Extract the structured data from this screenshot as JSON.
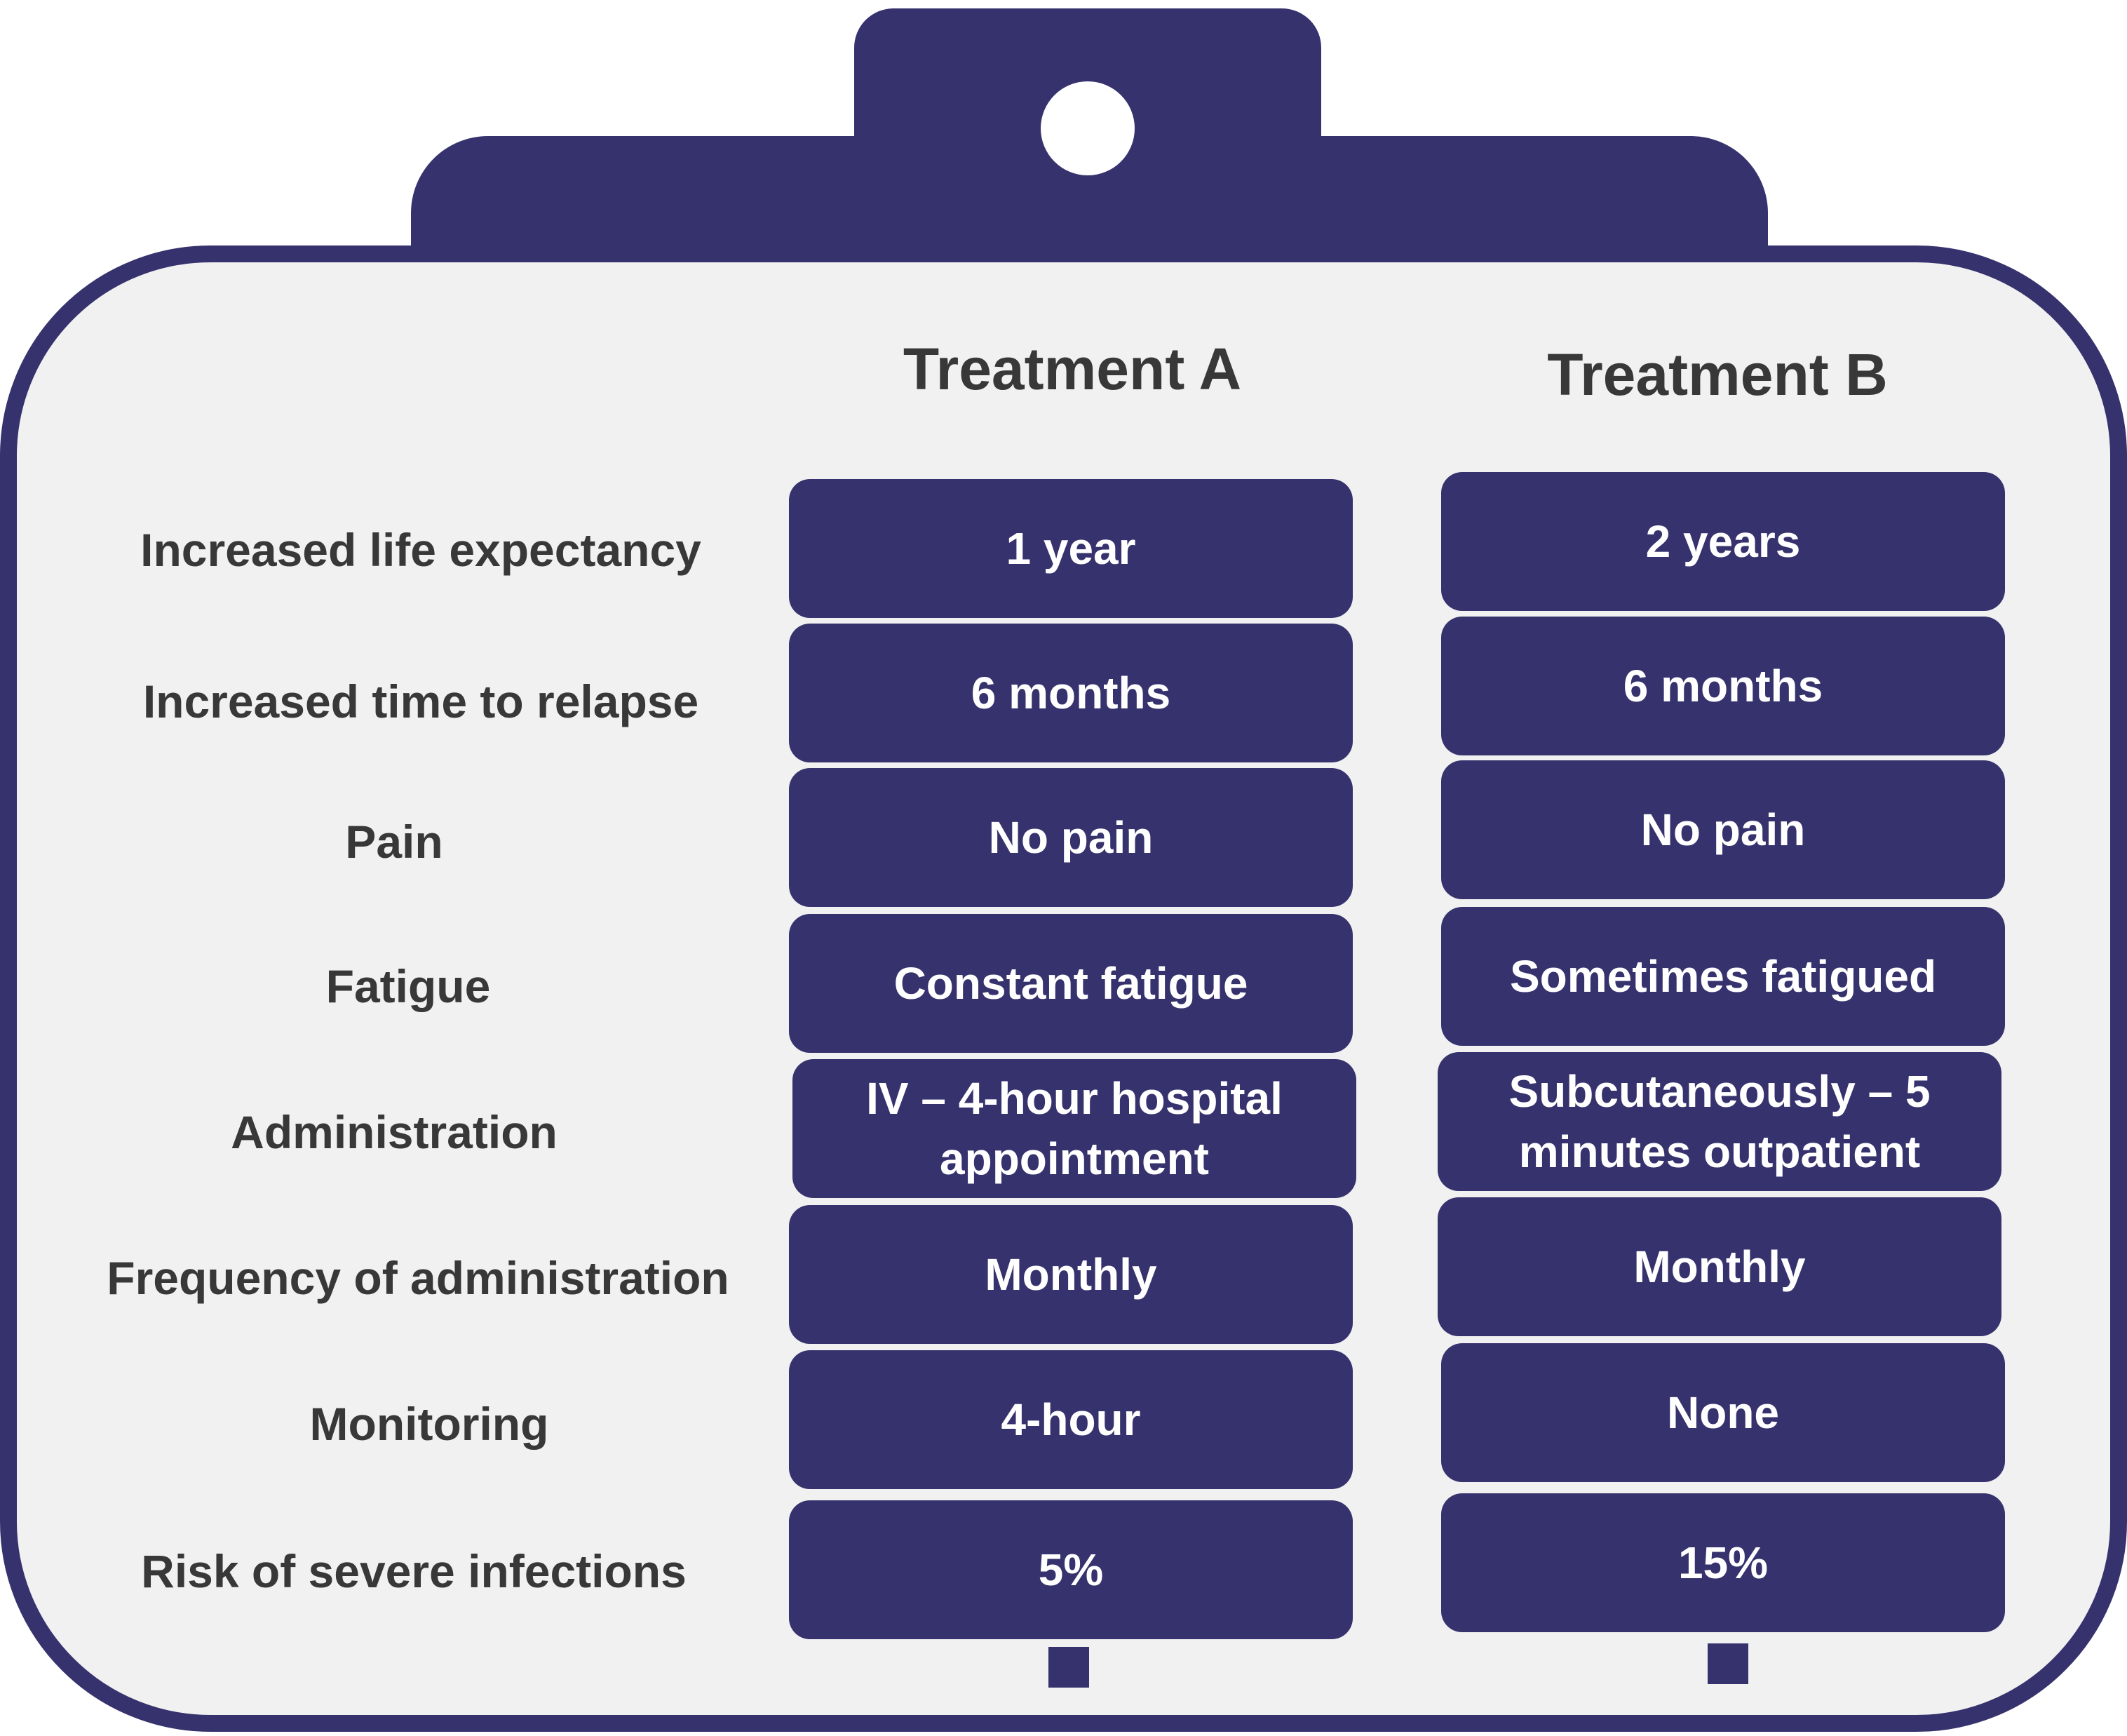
{
  "headers": {
    "a": "Treatment A",
    "b": "Treatment B"
  },
  "rows": [
    {
      "label": "Increased life expectancy",
      "a": "1 year",
      "b": "2 years"
    },
    {
      "label": "Increased time to relapse",
      "a": "6 months",
      "b": "6 months"
    },
    {
      "label": "Pain",
      "a": "No pain",
      "b": "No pain"
    },
    {
      "label": "Fatigue",
      "a": "Constant fatigue",
      "b": "Sometimes fatigued"
    },
    {
      "label": "Administration",
      "a": "IV – 4-hour hospital appointment",
      "b": "Subcutaneously – 5 minutes outpatient"
    },
    {
      "label": "Frequency of administration",
      "a": "Monthly",
      "b": "Monthly"
    },
    {
      "label": "Monitoring",
      "a": "4-hour",
      "b": "None"
    },
    {
      "label": "Risk of severe infections",
      "a": "5%",
      "b": "15%"
    }
  ],
  "colors": {
    "primary": "#36326d",
    "board": "#f1f1f1",
    "text": "#383838"
  }
}
